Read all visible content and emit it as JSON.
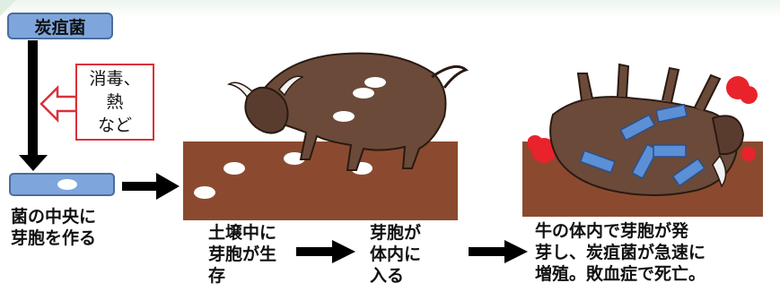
{
  "bacterium": {
    "name": "炭疽菌"
  },
  "treatment": {
    "lines": [
      "消毒、",
      "熱",
      "など"
    ]
  },
  "cell_caption": {
    "lines": [
      "菌の中央に",
      "芽胞を作る"
    ]
  },
  "soil_caption": {
    "lines": [
      "土壌中に",
      "芽胞が生",
      "存"
    ]
  },
  "entry_caption": {
    "lines": [
      "芽胞が",
      "体内に",
      "入る"
    ]
  },
  "outcome_caption": {
    "lines": [
      "牛の体内で芽胞が発",
      "芽し、炭疽菌が急速に",
      "増殖。敗血症で死亡。"
    ]
  },
  "colors": {
    "soil": "#8b4a2f",
    "cell": "#7ea6dc",
    "treatment_border": "#d9313a",
    "blood": "#e8232c",
    "bull": "#6b4a3a"
  }
}
